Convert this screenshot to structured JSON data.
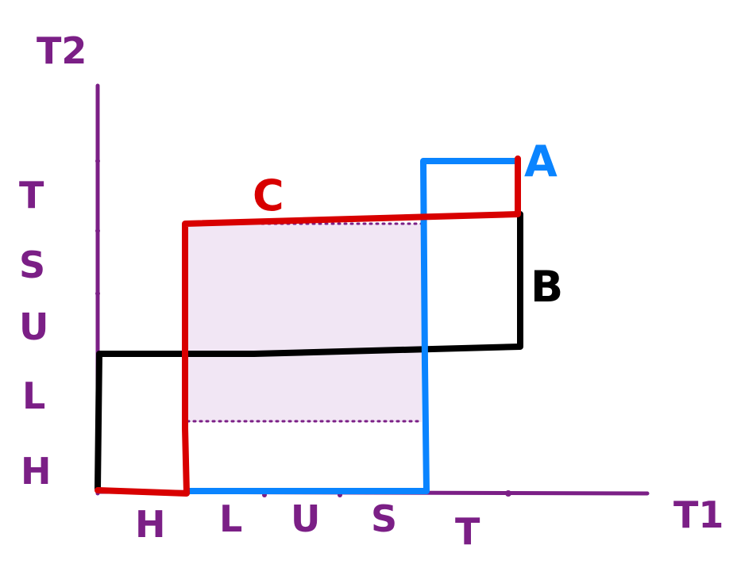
{
  "colors": {
    "axis": "#7b1f86",
    "series_a": "#0a84ff",
    "series_b": "#000000",
    "series_c": "#d80000",
    "overlap_fill": "#f1e6f4"
  },
  "axes": {
    "x_title": "T1",
    "y_title": "T2"
  },
  "x_ticks": [
    "H",
    "L",
    "U",
    "S",
    "T"
  ],
  "y_ticks": [
    "H",
    "L",
    "U",
    "S",
    "T"
  ],
  "series_labels": {
    "a": "A",
    "b": "B",
    "c": "C"
  }
}
